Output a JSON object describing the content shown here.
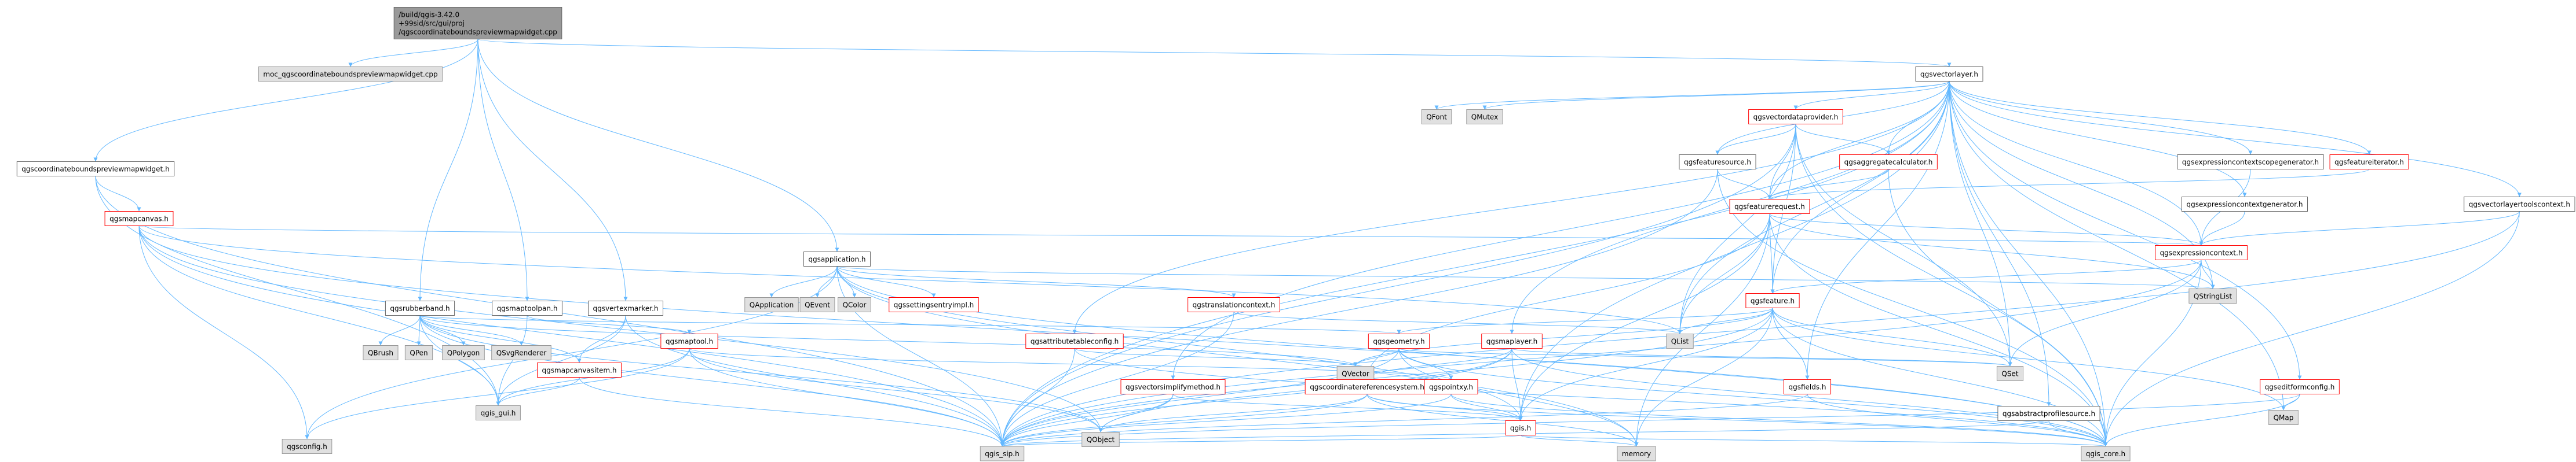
{
  "diagram": {
    "type": "include-dependency-graph",
    "root": "/build/qgis-3.42.0+99sid/src/gui/proj/qgscoordinateboundspreviewmapwidget.cpp",
    "colors": {
      "background": "#ffffff",
      "root_fill": "#999999",
      "node_fill": "#ffffff",
      "node_stroke": "#666666",
      "external_fill": "#e0e0e0",
      "external_stroke": "#999999",
      "truncated_stroke": "#ff0000",
      "edge": "#63b8ff",
      "text": "#000000"
    },
    "nodes": [
      {
        "id": "root",
        "lines": [
          "/build/qgis-3.42.0",
          "+99sid/src/gui/proj",
          "/qgscoordinateboundspreviewmapwidget.cpp"
        ],
        "kind": "root"
      },
      {
        "id": "moc",
        "lines": [
          "moc_qgscoordinateboundspreviewmapwidget.cpp"
        ],
        "kind": "external"
      },
      {
        "id": "widgeth",
        "lines": [
          "qgscoordinateboundspreviewmapwidget.h"
        ],
        "kind": "normal"
      },
      {
        "id": "vectorlayer",
        "lines": [
          "qgsvectorlayer.h"
        ],
        "kind": "normal"
      },
      {
        "id": "mapcanvas",
        "lines": [
          "qgsmapcanvas.h"
        ],
        "kind": "truncated"
      },
      {
        "id": "application",
        "lines": [
          "qgsapplication.h"
        ],
        "kind": "normal"
      },
      {
        "id": "rubberband",
        "lines": [
          "qgsrubberband.h"
        ],
        "kind": "normal"
      },
      {
        "id": "maptoolpan",
        "lines": [
          "qgsmaptoolpan.h"
        ],
        "kind": "normal"
      },
      {
        "id": "vertexmarker",
        "lines": [
          "qgsvertexmarker.h"
        ],
        "kind": "normal"
      },
      {
        "id": "qfont",
        "lines": [
          "QFont"
        ],
        "kind": "external"
      },
      {
        "id": "qmutex",
        "lines": [
          "QMutex"
        ],
        "kind": "external"
      },
      {
        "id": "vdp",
        "lines": [
          "qgsvectordataprovider.h"
        ],
        "kind": "truncated"
      },
      {
        "id": "fsource",
        "lines": [
          "qgsfeaturesource.h"
        ],
        "kind": "normal"
      },
      {
        "id": "aggcalc",
        "lines": [
          "qgsaggregatecalculator.h"
        ],
        "kind": "truncated"
      },
      {
        "id": "exprscope",
        "lines": [
          "qgsexpressioncontextscopegenerator.h"
        ],
        "kind": "normal"
      },
      {
        "id": "fiterator",
        "lines": [
          "qgsfeatureiterator.h"
        ],
        "kind": "truncated"
      },
      {
        "id": "exprgen",
        "lines": [
          "qgsexpressioncontextgenerator.h"
        ],
        "kind": "normal"
      },
      {
        "id": "vltools",
        "lines": [
          "qgsvectorlayertoolscontext.h"
        ],
        "kind": "normal"
      },
      {
        "id": "frequest",
        "lines": [
          "qgsfeaturerequest.h"
        ],
        "kind": "truncated"
      },
      {
        "id": "exprctx",
        "lines": [
          "qgsexpressioncontext.h"
        ],
        "kind": "truncated"
      },
      {
        "id": "qapplication",
        "lines": [
          "QApplication"
        ],
        "kind": "external"
      },
      {
        "id": "qevent",
        "lines": [
          "QEvent"
        ],
        "kind": "external"
      },
      {
        "id": "qcolor",
        "lines": [
          "QColor"
        ],
        "kind": "external"
      },
      {
        "id": "settingsentry",
        "lines": [
          "qgssettingsentryimpl.h"
        ],
        "kind": "truncated"
      },
      {
        "id": "translation",
        "lines": [
          "qgstranslationcontext.h"
        ],
        "kind": "truncated"
      },
      {
        "id": "feature",
        "lines": [
          "qgsfeature.h"
        ],
        "kind": "truncated"
      },
      {
        "id": "qstringlist",
        "lines": [
          "QStringList"
        ],
        "kind": "external"
      },
      {
        "id": "qbrush",
        "lines": [
          "QBrush"
        ],
        "kind": "external"
      },
      {
        "id": "qpen",
        "lines": [
          "QPen"
        ],
        "kind": "external"
      },
      {
        "id": "qpolygon",
        "lines": [
          "QPolygon"
        ],
        "kind": "external"
      },
      {
        "id": "qsvg",
        "lines": [
          "QSvgRenderer"
        ],
        "kind": "external"
      },
      {
        "id": "mcitem",
        "lines": [
          "qgsmapcanvasitem.h"
        ],
        "kind": "truncated"
      },
      {
        "id": "maptool",
        "lines": [
          "qgsmaptool.h"
        ],
        "kind": "truncated"
      },
      {
        "id": "attrtable",
        "lines": [
          "qgsattributetableconfig.h"
        ],
        "kind": "truncated"
      },
      {
        "id": "geometry",
        "lines": [
          "qgsgeometry.h"
        ],
        "kind": "truncated"
      },
      {
        "id": "maplayer",
        "lines": [
          "qgsmaplayer.h"
        ],
        "kind": "truncated"
      },
      {
        "id": "qlist",
        "lines": [
          "QList"
        ],
        "kind": "external"
      },
      {
        "id": "editform",
        "lines": [
          "qgseditformconfig.h"
        ],
        "kind": "truncated"
      },
      {
        "id": "qgsgui",
        "lines": [
          "qgis_gui.h"
        ],
        "kind": "external"
      },
      {
        "id": "qvector",
        "lines": [
          "QVector"
        ],
        "kind": "external"
      },
      {
        "id": "simplify",
        "lines": [
          "qgsvectorsimplifymethod.h"
        ],
        "kind": "truncated"
      },
      {
        "id": "crs",
        "lines": [
          "qgscoordinatereferencesystem.h"
        ],
        "kind": "truncated"
      },
      {
        "id": "pointxy",
        "lines": [
          "qgspointxy.h"
        ],
        "kind": "truncated"
      },
      {
        "id": "fields",
        "lines": [
          "qgsfields.h"
        ],
        "kind": "truncated"
      },
      {
        "id": "qset",
        "lines": [
          "QSet"
        ],
        "kind": "external"
      },
      {
        "id": "profile",
        "lines": [
          "qgsabstractprofilesource.h"
        ],
        "kind": "normal"
      },
      {
        "id": "qmap",
        "lines": [
          "QMap"
        ],
        "kind": "external"
      },
      {
        "id": "qgsconfig",
        "lines": [
          "qgsconfig.h"
        ],
        "kind": "external"
      },
      {
        "id": "qobject",
        "lines": [
          "QObject"
        ],
        "kind": "external"
      },
      {
        "id": "qgish",
        "lines": [
          "qgis.h"
        ],
        "kind": "truncated"
      },
      {
        "id": "memory",
        "lines": [
          "memory"
        ],
        "kind": "external"
      },
      {
        "id": "qgissip",
        "lines": [
          "qgis_sip.h"
        ],
        "kind": "external"
      },
      {
        "id": "qgiscore",
        "lines": [
          "qgis_core.h"
        ],
        "kind": "external"
      }
    ],
    "edges": [
      [
        "root",
        "moc"
      ],
      [
        "root",
        "widgeth"
      ],
      [
        "root",
        "vectorlayer"
      ],
      [
        "root",
        "application"
      ],
      [
        "root",
        "rubberband"
      ],
      [
        "root",
        "maptoolpan"
      ],
      [
        "root",
        "vertexmarker"
      ],
      [
        "widgeth",
        "mapcanvas"
      ],
      [
        "widgeth",
        "qgsgui"
      ],
      [
        "widgeth",
        "qgissip"
      ],
      [
        "mapcanvas",
        "exprctx"
      ],
      [
        "mapcanvas",
        "qgsconfig"
      ],
      [
        "mapcanvas",
        "qgsgui"
      ],
      [
        "mapcanvas",
        "qgissip"
      ],
      [
        "mapcanvas",
        "qgiscore"
      ],
      [
        "mapcanvas",
        "qobject"
      ],
      [
        "mapcanvas",
        "qlist"
      ],
      [
        "vectorlayer",
        "qfont"
      ],
      [
        "vectorlayer",
        "qmutex"
      ],
      [
        "vectorlayer",
        "vdp"
      ],
      [
        "vectorlayer",
        "fsource"
      ],
      [
        "vectorlayer",
        "aggcalc"
      ],
      [
        "vectorlayer",
        "exprscope"
      ],
      [
        "vectorlayer",
        "fiterator"
      ],
      [
        "vectorlayer",
        "exprgen"
      ],
      [
        "vectorlayer",
        "vltools"
      ],
      [
        "vectorlayer",
        "frequest"
      ],
      [
        "vectorlayer",
        "exprctx"
      ],
      [
        "vectorlayer",
        "feature"
      ],
      [
        "vectorlayer",
        "qstringlist"
      ],
      [
        "vectorlayer",
        "qlist"
      ],
      [
        "vectorlayer",
        "qset"
      ],
      [
        "vectorlayer",
        "qmap"
      ],
      [
        "vectorlayer",
        "qgiscore"
      ],
      [
        "vectorlayer",
        "qgissip"
      ],
      [
        "vectorlayer",
        "maplayer"
      ],
      [
        "vectorlayer",
        "attrtable"
      ],
      [
        "vectorlayer",
        "editform"
      ],
      [
        "vectorlayer",
        "simplify"
      ],
      [
        "vectorlayer",
        "fields"
      ],
      [
        "vectorlayer",
        "profile"
      ],
      [
        "vectorlayer",
        "qgish"
      ],
      [
        "vdp",
        "fsource"
      ],
      [
        "vdp",
        "aggcalc"
      ],
      [
        "vdp",
        "frequest"
      ],
      [
        "vdp",
        "feature"
      ],
      [
        "vdp",
        "qset"
      ],
      [
        "vdp",
        "qgiscore"
      ],
      [
        "vdp",
        "qgissip"
      ],
      [
        "vdp",
        "qlist"
      ],
      [
        "fsource",
        "frequest"
      ],
      [
        "fsource",
        "qgiscore"
      ],
      [
        "fsource",
        "qgissip"
      ],
      [
        "aggcalc",
        "frequest"
      ],
      [
        "aggcalc",
        "qgiscore"
      ],
      [
        "exprscope",
        "exprctx"
      ],
      [
        "fiterator",
        "frequest"
      ],
      [
        "exprgen",
        "exprctx"
      ],
      [
        "vltools",
        "exprctx"
      ],
      [
        "vltools",
        "qgiscore"
      ],
      [
        "vltools",
        "qgissip"
      ],
      [
        "frequest",
        "exprctx"
      ],
      [
        "frequest",
        "feature"
      ],
      [
        "frequest",
        "crs"
      ],
      [
        "frequest",
        "qgish"
      ],
      [
        "frequest",
        "qstringlist"
      ],
      [
        "frequest",
        "qlist"
      ],
      [
        "frequest",
        "memory"
      ],
      [
        "frequest",
        "qgiscore"
      ],
      [
        "exprctx",
        "qstringlist"
      ],
      [
        "exprctx",
        "qset"
      ],
      [
        "exprctx",
        "feature"
      ],
      [
        "exprctx",
        "qgiscore"
      ],
      [
        "exprctx",
        "qgissip"
      ],
      [
        "application",
        "qapplication"
      ],
      [
        "application",
        "qevent"
      ],
      [
        "application",
        "qcolor"
      ],
      [
        "application",
        "settingsentry"
      ],
      [
        "application",
        "translation"
      ],
      [
        "application",
        "qstringlist"
      ],
      [
        "application",
        "qgsconfig"
      ],
      [
        "application",
        "qgiscore"
      ],
      [
        "application",
        "qgissip"
      ],
      [
        "application",
        "memory"
      ],
      [
        "application",
        "qgish"
      ],
      [
        "translation",
        "qlist"
      ],
      [
        "translation",
        "qgissip"
      ],
      [
        "feature",
        "qlist"
      ],
      [
        "feature",
        "qvector"
      ],
      [
        "feature",
        "qset"
      ],
      [
        "feature",
        "geometry"
      ],
      [
        "feature",
        "fields"
      ],
      [
        "feature",
        "qgish"
      ],
      [
        "feature",
        "memory"
      ],
      [
        "feature",
        "qgiscore"
      ],
      [
        "feature",
        "qgissip"
      ],
      [
        "feature",
        "qmap"
      ],
      [
        "rubberband",
        "qbrush"
      ],
      [
        "rubberband",
        "qpen"
      ],
      [
        "rubberband",
        "qpolygon"
      ],
      [
        "rubberband",
        "qsvg"
      ],
      [
        "rubberband",
        "mcitem"
      ],
      [
        "rubberband",
        "qgsgui"
      ],
      [
        "rubberband",
        "geometry"
      ],
      [
        "rubberband",
        "qgissip"
      ],
      [
        "rubberband",
        "qobject"
      ],
      [
        "rubberband",
        "qvector"
      ],
      [
        "maptoolpan",
        "maptool"
      ],
      [
        "maptoolpan",
        "qgsgui"
      ],
      [
        "vertexmarker",
        "mcitem"
      ],
      [
        "vertexmarker",
        "qgsgui"
      ],
      [
        "vertexmarker",
        "qgissip"
      ],
      [
        "mcitem",
        "qgsgui"
      ],
      [
        "mcitem",
        "qgissip"
      ],
      [
        "maptool",
        "qgsconfig"
      ],
      [
        "maptool",
        "qgsgui"
      ],
      [
        "maptool",
        "qobject"
      ],
      [
        "maptool",
        "pointxy"
      ],
      [
        "maptool",
        "qgissip"
      ],
      [
        "attrtable",
        "qgissip"
      ],
      [
        "attrtable",
        "qvector"
      ],
      [
        "attrtable",
        "qgiscore"
      ],
      [
        "geometry",
        "qset"
      ],
      [
        "geometry",
        "qvector"
      ],
      [
        "geometry",
        "qgiscore"
      ],
      [
        "geometry",
        "qgissip"
      ],
      [
        "geometry",
        "pointxy"
      ],
      [
        "geometry",
        "memory"
      ],
      [
        "maplayer",
        "crs"
      ],
      [
        "maplayer",
        "qgissip"
      ],
      [
        "maplayer",
        "qgiscore"
      ],
      [
        "maplayer",
        "qset"
      ],
      [
        "maplayer",
        "qgish"
      ],
      [
        "maplayer",
        "qobject"
      ],
      [
        "editform",
        "qmap"
      ],
      [
        "editform",
        "qgiscore"
      ],
      [
        "editform",
        "qgissip"
      ],
      [
        "simplify",
        "qgish"
      ],
      [
        "simplify",
        "qobject"
      ],
      [
        "simplify",
        "qgissip"
      ],
      [
        "crs",
        "qgiscore"
      ],
      [
        "crs",
        "qgissip"
      ],
      [
        "crs",
        "qobject"
      ],
      [
        "crs",
        "qgish"
      ],
      [
        "crs",
        "memory"
      ],
      [
        "pointxy",
        "qgish"
      ],
      [
        "pointxy",
        "qgiscore"
      ],
      [
        "pointxy",
        "qgissip"
      ],
      [
        "fields",
        "qgiscore"
      ],
      [
        "fields",
        "qgissip"
      ],
      [
        "profile",
        "qgiscore"
      ],
      [
        "profile",
        "qgissip"
      ],
      [
        "qgish",
        "qgiscore"
      ],
      [
        "qgish",
        "qgissip"
      ],
      [
        "qgish",
        "memory"
      ]
    ]
  }
}
